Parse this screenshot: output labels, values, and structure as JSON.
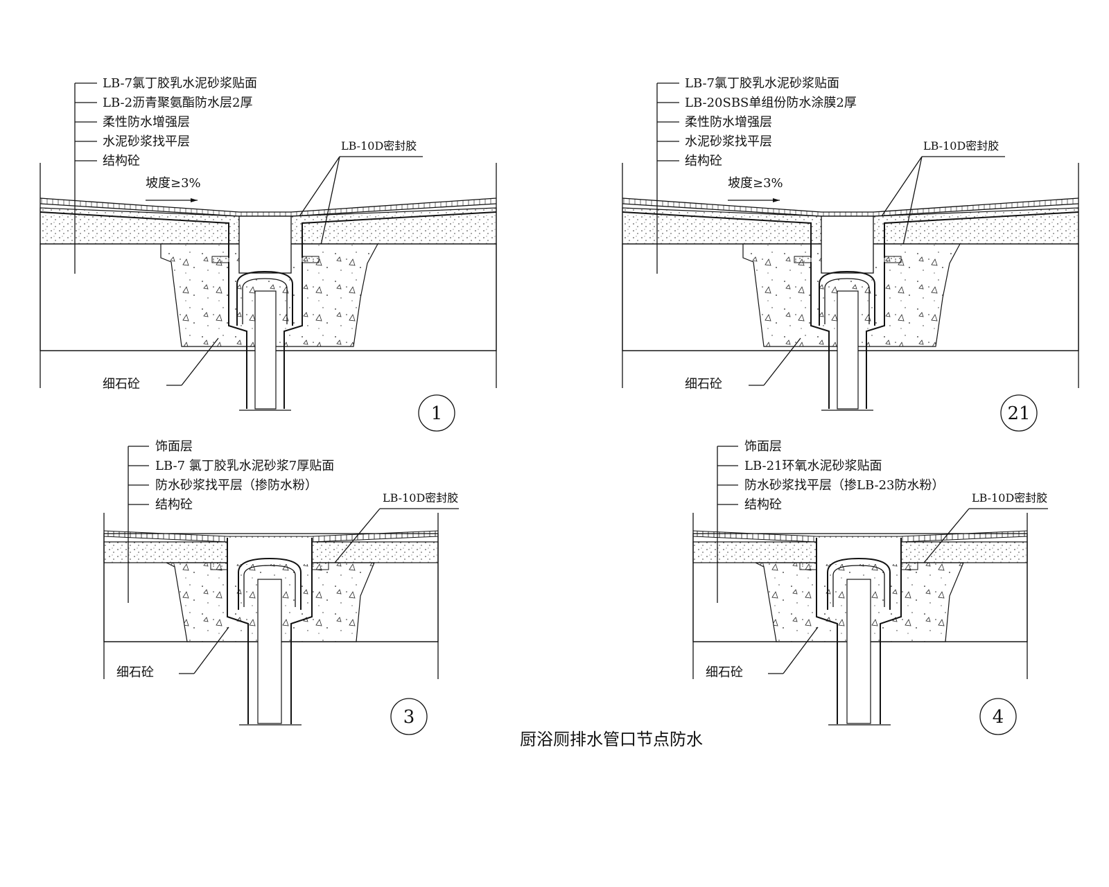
{
  "title": "厨浴厕排水管口节点防水",
  "details": [
    {
      "id": "1",
      "layers": [
        "LB-7氯丁胶乳水泥砂浆贴面",
        "LB-2沥青聚氨酯防水层2厚",
        "柔性防水增强层",
        "水泥砂浆找平层",
        "结构砼"
      ],
      "sealant": "LB-10D密封胶",
      "slope": "坡度≥3%",
      "fill_label": "细石砼"
    },
    {
      "id": "21",
      "layers": [
        "LB-7氯丁胶乳水泥砂浆贴面",
        "LB-20SBS单组份防水涂膜2厚",
        "柔性防水增强层",
        "水泥砂浆找平层",
        "结构砼"
      ],
      "sealant": "LB-10D密封胶",
      "slope": "坡度≥3%",
      "fill_label": "细石砼"
    },
    {
      "id": "3",
      "layers": [
        "饰面层",
        "LB-7 氯丁胶乳水泥砂浆7厚贴面",
        "防水砂浆找平层（掺防水粉）",
        "结构砼"
      ],
      "sealant": "LB-10D密封胶",
      "fill_label": "细石砼"
    },
    {
      "id": "4",
      "layers": [
        "饰面层",
        "LB-21环氧水泥砂浆贴面",
        "防水砂浆找平层（掺LB-23防水粉）",
        "结构砼"
      ],
      "sealant": "LB-10D密封胶",
      "fill_label": "细石砼"
    }
  ]
}
